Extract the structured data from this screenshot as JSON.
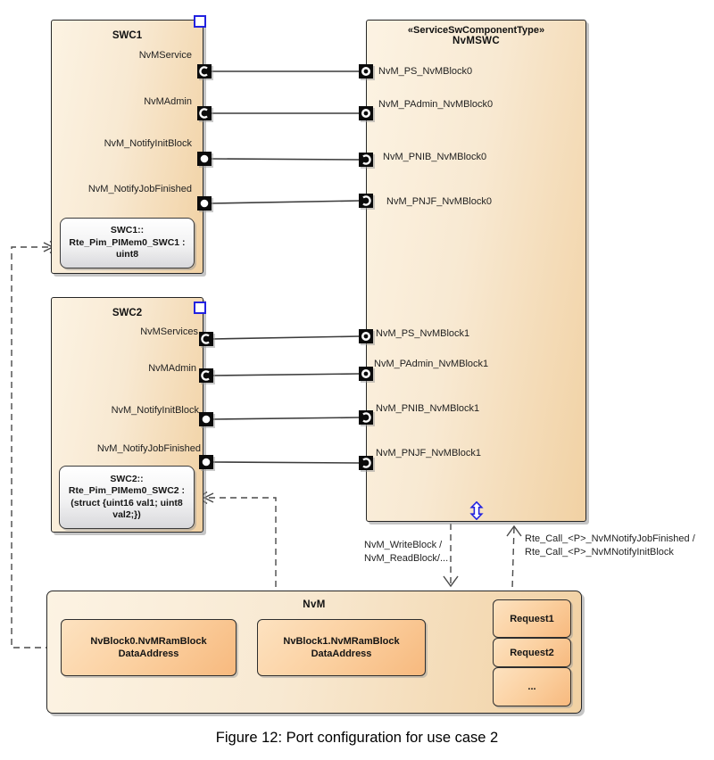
{
  "swc1": {
    "title": "SWC1",
    "ports": [
      {
        "label": "NvMService",
        "kind": "socket-right"
      },
      {
        "label": "NvMAdmin",
        "kind": "socket-right"
      },
      {
        "label": "NvM_NotifyInitBlock",
        "kind": "ball"
      },
      {
        "label": "NvM_NotifyJobFinished",
        "kind": "ball"
      }
    ],
    "pim": {
      "line1": "SWC1::",
      "line2": "Rte_Pim_PIMem0_SWC1 :",
      "line3": "uint8"
    }
  },
  "swc2": {
    "title": "SWC2",
    "ports": [
      {
        "label": "NvMServices",
        "kind": "socket-right"
      },
      {
        "label": "NvMAdmin",
        "kind": "socket-right"
      },
      {
        "label": "NvM_NotifyInitBlock",
        "kind": "ball"
      },
      {
        "label": "NvM_NotifyJobFinished",
        "kind": "ball"
      }
    ],
    "pim": {
      "line1": "SWC2::",
      "line2": "Rte_Pim_PIMem0_SWC2 :",
      "line3": "(struct {uint16 val1; uint8",
      "line4": "val2;})"
    }
  },
  "nvmswc": {
    "stereotype": "«ServiceSwComponentType»",
    "title": "NvMSWC",
    "ports": [
      {
        "label": "NvM_PS_NvMBlock0",
        "kind": "ring"
      },
      {
        "label": "NvM_PAdmin_NvMBlock0",
        "kind": "ring"
      },
      {
        "label": "NvM_PNIB_NvMBlock0",
        "kind": "socket-left"
      },
      {
        "label": "NvM_PNJF_NvMBlock0",
        "kind": "socket-left"
      },
      {
        "label": "NvM_PS_NvMBlock1",
        "kind": "ring"
      },
      {
        "label": "NvM_PAdmin_NvMBlock1",
        "kind": "ring"
      },
      {
        "label": "NvM_PNIB_NvMBlock1",
        "kind": "socket-left"
      },
      {
        "label": "NvM_PNJF_NvMBlock1",
        "kind": "socket-left"
      }
    ]
  },
  "nvm": {
    "title": "NvM",
    "blocks": [
      {
        "line1": "NvBlock0.NvMRamBlock",
        "line2": "DataAddress"
      },
      {
        "line1": "NvBlock1.NvMRamBlock",
        "line2": "DataAddress"
      }
    ],
    "requests": [
      "Request1",
      "Request2",
      "..."
    ]
  },
  "edge_labels": {
    "write": "NvM_WriteBlock /",
    "read": "NvM_ReadBlock/...",
    "rte1": "Rte_Call_<P>_NvMNotifyJobFinished /",
    "rte2": "Rte_Call_<P>_NvMNotifyInitBlock"
  },
  "caption": "Figure 12: Port configuration for use case 2",
  "colors": {
    "component_fill_light": "#fcf3e3",
    "component_fill_dark": "#f1d1a3",
    "inner_fill_light": "#fde2c0",
    "inner_fill_dark": "#f7b97e",
    "pim_fill_light": "#ffffff",
    "pim_fill_dark": "#d9d9dc",
    "border": "#262626",
    "port_fill": "#0b0b0b",
    "accent_blue": "#2222e0",
    "wire": "#3c3c3c"
  }
}
